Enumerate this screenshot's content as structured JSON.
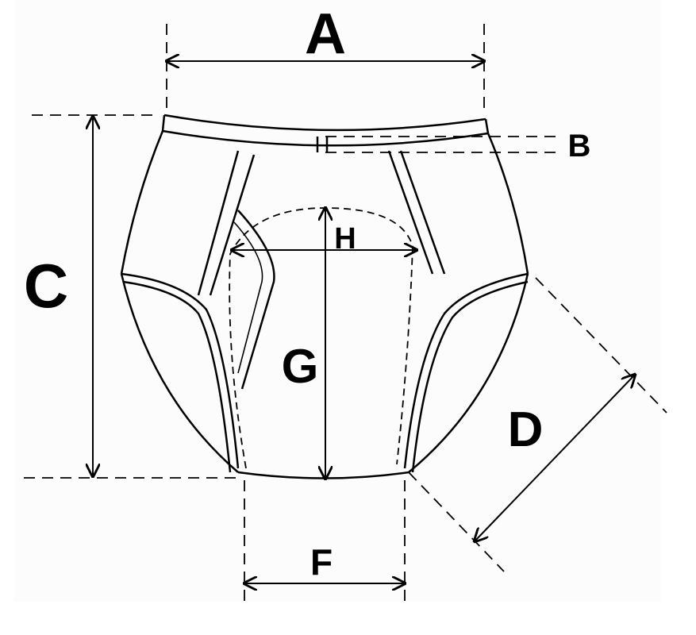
{
  "diagram": {
    "labels": {
      "A": "A",
      "B": "B",
      "C": "C",
      "D": "D",
      "F": "F",
      "G": "G",
      "H": "H"
    },
    "colors": {
      "background": "#fcfcfc",
      "ink": "#000000"
    }
  }
}
